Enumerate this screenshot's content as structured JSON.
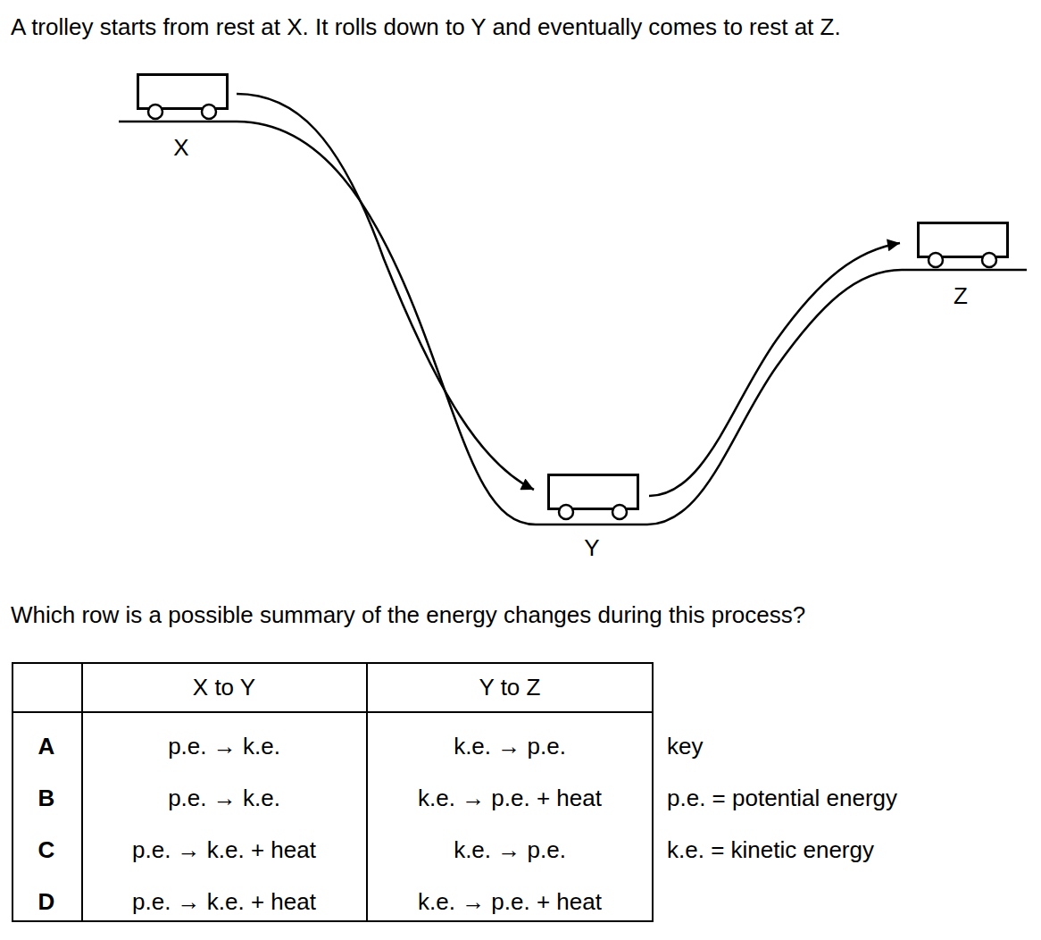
{
  "diagram": {
    "title": "A trolley starts from rest at X. It rolls down to Y and eventually comes to rest at Z.",
    "nodes": [
      {
        "text": [
          "X"
        ]
      },
      {
        "text": [
          "Y"
        ]
      },
      {
        "text": [
          "Z"
        ]
      }
    ],
    "edges": [
      {
        "from": 0,
        "to": 1,
        "arrow": "to"
      },
      {
        "from": 1,
        "to": 2,
        "arrow": "to"
      }
    ],
    "labels": [
      "Which row is a possible summary of the energy changes during this process?",
      "X to Y",
      "Y to Z",
      "A",
      "p.e. → k.e.",
      "k.e. → p.e.",
      "key",
      "B",
      "p.e. → k.e.",
      "k.e. → p.e. + heat",
      "p.e. = potential energy",
      "C",
      "p.e. → k.e. + heat",
      "k.e. → p.e.",
      "k.e. = kinetic energy",
      "D",
      "p.e. → k.e. + heat",
      "k.e. → p.e. + heat"
    ]
  }
}
